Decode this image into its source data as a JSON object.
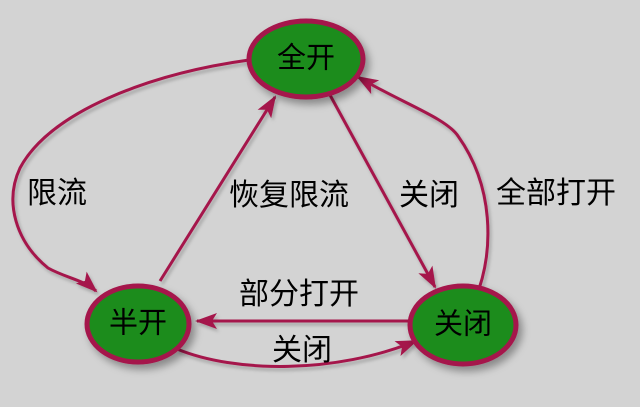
{
  "colors": {
    "background": "#d3d3d3",
    "node-fill": "#1e8c1e",
    "node-border": "#a5164b",
    "arrow": "#a5164b",
    "text": "#000000"
  },
  "diagram": {
    "type": "state-transition-diagram",
    "nodes": [
      {
        "id": "full-open",
        "label": "全开"
      },
      {
        "id": "half-open",
        "label": "半开"
      },
      {
        "id": "closed",
        "label": "关闭"
      }
    ],
    "edges": [
      {
        "from": "全开",
        "to": "半开",
        "label": "限流"
      },
      {
        "from": "半开",
        "to": "全开",
        "label": "恢复限流"
      },
      {
        "from": "全开",
        "to": "关闭",
        "label": "关闭"
      },
      {
        "from": "关闭",
        "to": "全开",
        "label": "全部打开"
      },
      {
        "from": "关闭",
        "to": "半开",
        "label": "部分打开"
      },
      {
        "from": "半开",
        "to": "关闭",
        "label": "关闭"
      }
    ]
  }
}
